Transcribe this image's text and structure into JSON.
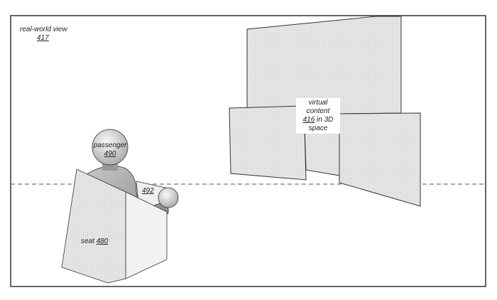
{
  "real_world_view": {
    "label": "real-world view",
    "ref": "417"
  },
  "virtual_content": {
    "label_line1": "virtual content",
    "ref": "416",
    "label_line2": "in 3D space"
  },
  "passenger": {
    "label": "passenger",
    "ref": "490"
  },
  "armrest": {
    "ref": "492"
  },
  "seat": {
    "label": "seat",
    "ref": "480"
  },
  "colors": {
    "panel_fill": "#e4e4e4",
    "line": "#333333",
    "shade": "#9a9a9a"
  }
}
